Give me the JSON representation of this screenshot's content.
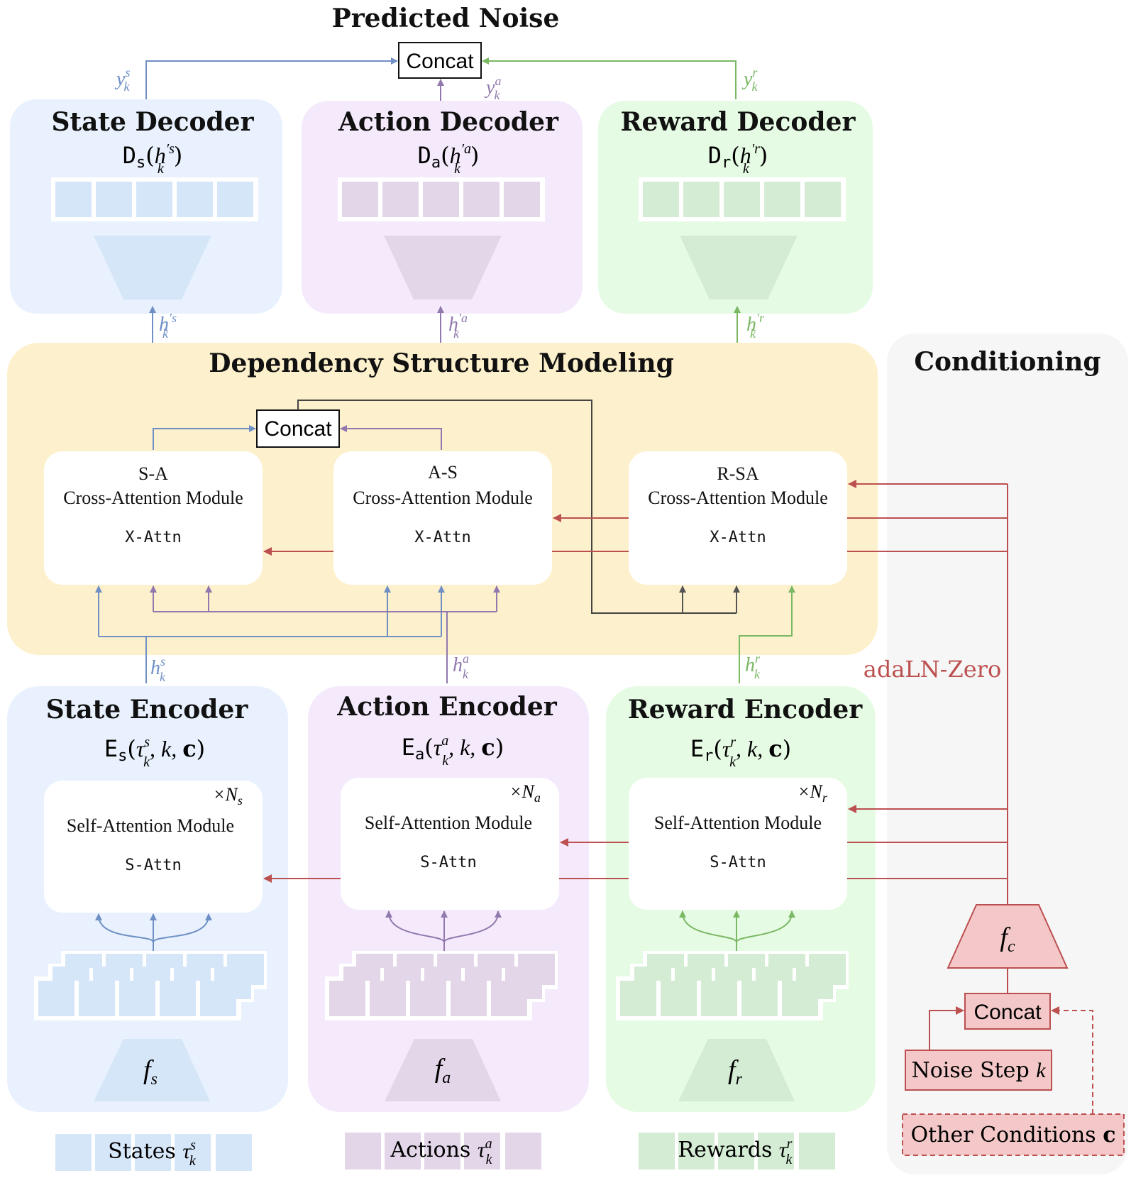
{
  "colors": {
    "state_bg": "#e8f1fd",
    "state_block": "#d6e6f9",
    "state_line": "#6f8fc5",
    "action_bg": "#f5eafc",
    "action_block": "#e3d6e9",
    "action_line": "#9179ad",
    "reward_bg": "#e6fbe4",
    "reward_block": "#d4ecd4",
    "reward_line": "#7ab864",
    "dsm_bg": "#fdf0cc",
    "cond_bg": "#f6f6f6",
    "red": "#bc4f4f",
    "red_fill": "#f4c8c8",
    "dark": "#444444"
  },
  "top": {
    "title": "Predicted Noise",
    "concat": "Concat",
    "ys": "y",
    "ys_sup": "s",
    "ys_sub": "k",
    "ya": "y",
    "ya_sup": "a",
    "ya_sub": "k",
    "yr": "y",
    "yr_sup": "r",
    "yr_sub": "k"
  },
  "decoders": {
    "state": {
      "title": "State Decoder",
      "fn": "D",
      "fn_sub": "s",
      "arg": "h",
      "arg_sup": "′s",
      "arg_sub": "k"
    },
    "action": {
      "title": "Action Decoder",
      "fn": "D",
      "fn_sub": "a",
      "arg": "h",
      "arg_sup": "′a",
      "arg_sub": "k"
    },
    "reward": {
      "title": "Reward Decoder",
      "fn": "D",
      "fn_sub": "r",
      "arg": "h",
      "arg_sup": "′r",
      "arg_sub": "k"
    }
  },
  "h_prime": {
    "s": "h",
    "s_sup": "′s",
    "a": "h",
    "a_sup": "′a",
    "r": "h",
    "r_sup": "′r",
    "sub": "k"
  },
  "dsm": {
    "title": "Dependency Structure Modeling",
    "concat": "Concat",
    "modules": [
      {
        "name": "S-A",
        "desc": "Cross-Attention Module",
        "code": "X-Attn"
      },
      {
        "name": "A-S",
        "desc": "Cross-Attention Module",
        "code": "X-Attn"
      },
      {
        "name": "R-SA",
        "desc": "Cross-Attention Module",
        "code": "X-Attn"
      }
    ]
  },
  "h_enc": {
    "s": "h",
    "s_sup": "s",
    "a": "h",
    "a_sup": "a",
    "r": "h",
    "r_sup": "r",
    "sub": "k"
  },
  "conditioning": {
    "title": "Conditioning",
    "adaln": "adaLN-Zero",
    "fc": "f",
    "fc_sub": "c",
    "concat": "Concat",
    "noise_step": "Noise Step ",
    "noise_k": "k",
    "other": "Other Conditions ",
    "other_c": "c"
  },
  "encoders": {
    "state": {
      "title": "State Encoder",
      "fn": "E",
      "fn_sub": "s",
      "tau_sup": "s",
      "rest": ", k, ",
      "c": "c",
      "times": "×N",
      "times_sub": "s",
      "module": "Self-Attention Module",
      "code": "S-Attn",
      "f": "f",
      "f_sub": "s"
    },
    "action": {
      "title": "Action Encoder",
      "fn": "E",
      "fn_sub": "a",
      "tau_sup": "a",
      "rest": ", k, ",
      "c": "c",
      "times": "×N",
      "times_sub": "a",
      "module": "Self-Attention Module",
      "code": "S-Attn",
      "f": "f",
      "f_sub": "a"
    },
    "reward": {
      "title": "Reward Encoder",
      "fn": "E",
      "fn_sub": "r",
      "tau_sup": "r",
      "rest": ", k, ",
      "c": "c",
      "times": "×N",
      "times_sub": "r",
      "module": "Self-Attention Module",
      "code": "S-Attn",
      "f": "f",
      "f_sub": "r"
    }
  },
  "inputs": {
    "states": {
      "label": "States ",
      "tau": "τ",
      "sup": "s",
      "sub": "k"
    },
    "actions": {
      "label": "Actions ",
      "tau": "τ",
      "sup": "a",
      "sub": "k"
    },
    "rewards": {
      "label": "Rewards ",
      "tau": "τ",
      "sup": "r",
      "sub": "k"
    }
  }
}
